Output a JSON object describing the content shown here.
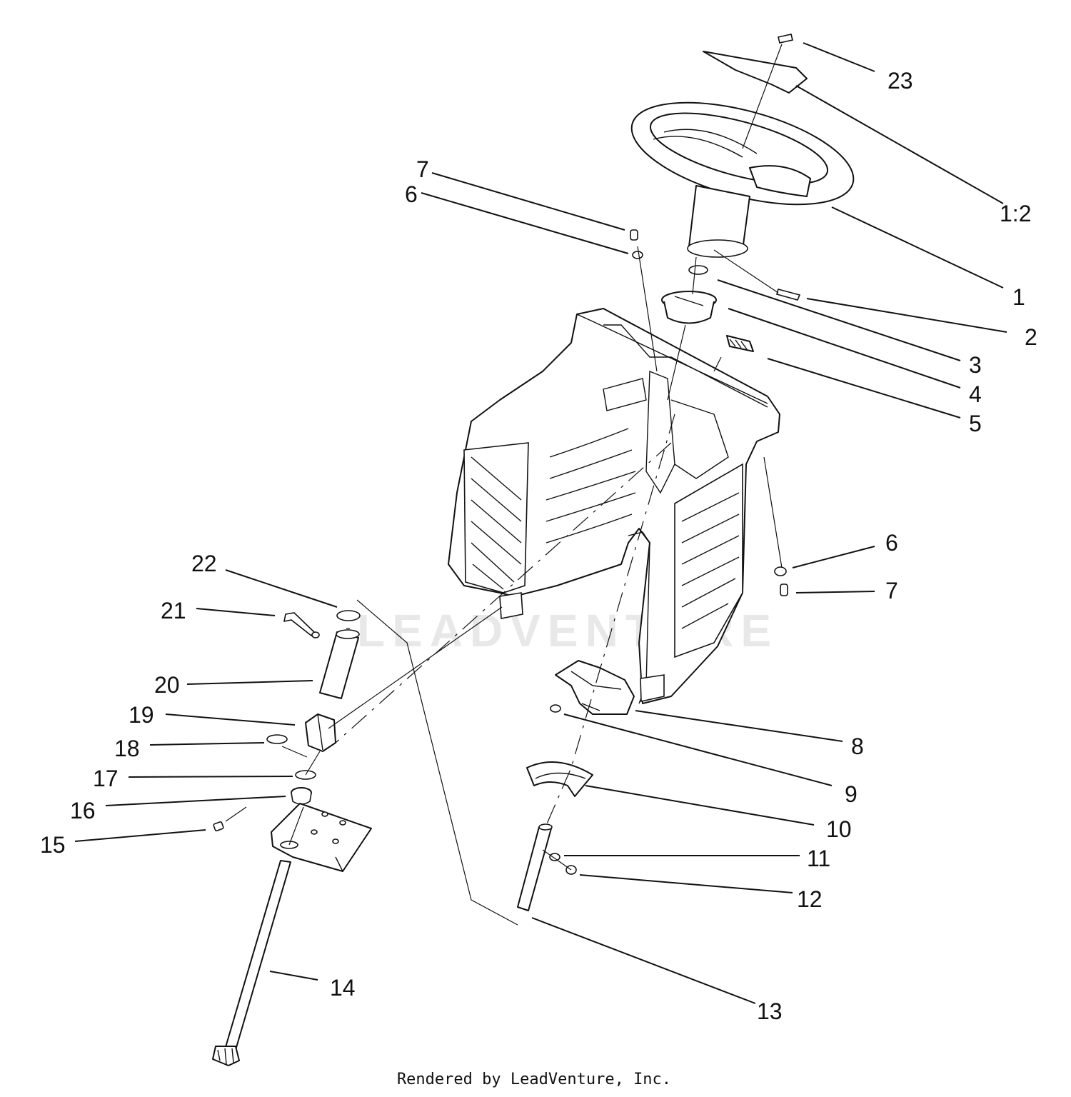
{
  "watermark": "LEADVENTURE",
  "credit": "Rendered by LeadVenture, Inc.",
  "callouts": {
    "c23": "23",
    "c1_2": "1:2",
    "c1": "1",
    "c2": "2",
    "c3": "3",
    "c4": "4",
    "c5": "5",
    "c6_top": "6",
    "c7_top": "7",
    "c6_right": "6",
    "c7_right": "7",
    "c8": "8",
    "c9": "9",
    "c10": "10",
    "c11": "11",
    "c12": "12",
    "c13": "13",
    "c14": "14",
    "c15": "15",
    "c16": "16",
    "c17": "17",
    "c18": "18",
    "c19": "19",
    "c20": "20",
    "c21": "21",
    "c22": "22"
  },
  "colors": {
    "ink": "#111111",
    "paper": "#ffffff",
    "watermark": "#d6d6d6"
  }
}
